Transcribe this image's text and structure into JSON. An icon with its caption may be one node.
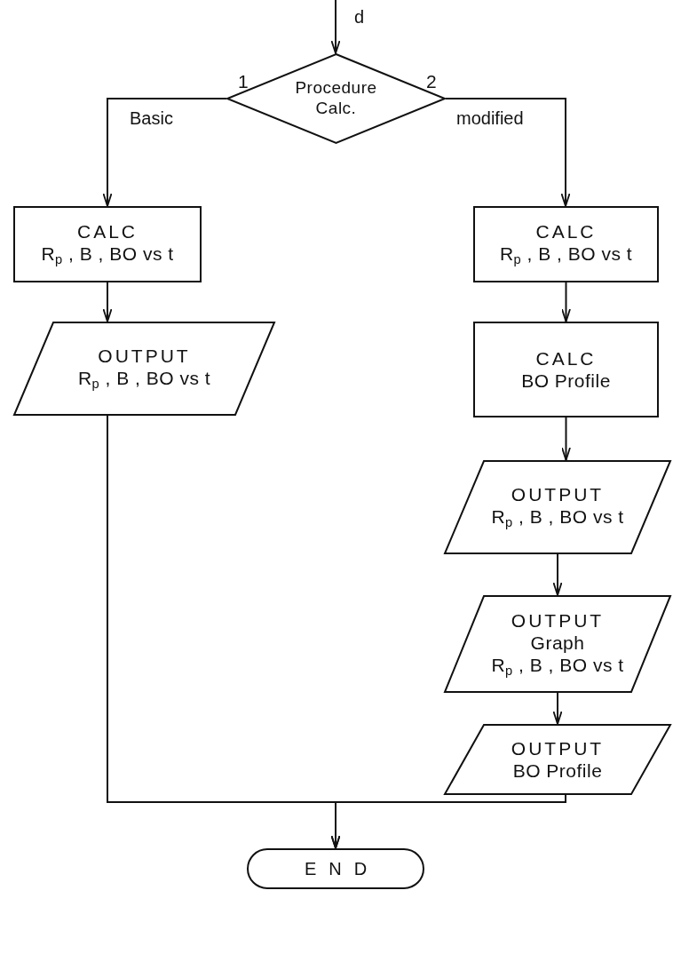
{
  "diagram": {
    "nodes": [
      {
        "text": [
          "Procedure Calc."
        ]
      },
      {
        "text": [
          "CALC",
          "R$_{p}$ , B , BO vs t"
        ]
      },
      {
        "text": [
          "OUTPUT",
          "R$_{p}$ , B , BO vs t"
        ]
      },
      {
        "text": [
          "CALC",
          "R$_{p}$ , B , BO vs t"
        ]
      },
      {
        "text": [
          "CALC",
          "BO Profile"
        ]
      },
      {
        "text": [
          "OUTPUT",
          "R$_{p}$ , B , BO vs t"
        ]
      },
      {
        "text": [
          "OUTPUT",
          "Graph",
          "R$_{p}$ , B , BO vs t"
        ]
      },
      {
        "text": [
          "OUTPUT",
          "BO Profile"
        ]
      },
      {
        "text": [
          "END"
        ]
      }
    ],
    "edges": [
      {
        "from": null,
        "to": 0,
        "arrow": "to",
        "label": "d"
      },
      {
        "from": 0,
        "to": 1,
        "arrow": "to",
        "label": "Basic"
      },
      {
        "from": 1,
        "to": 2,
        "arrow": "to"
      },
      {
        "from": 0,
        "to": 3,
        "arrow": "to",
        "label": "modified"
      },
      {
        "from": 3,
        "to": 4,
        "arrow": "to"
      },
      {
        "from": 4,
        "to": 5,
        "arrow": "to"
      },
      {
        "from": 5,
        "to": 6,
        "arrow": "to"
      },
      {
        "from": 6,
        "to": 7,
        "arrow": "to"
      },
      {
        "from": 2,
        "to": 8,
        "arrow": "to"
      },
      {
        "from": 7,
        "to": 8,
        "arrow": "to"
      }
    ],
    "labels": [
      "1",
      "2"
    ]
  }
}
